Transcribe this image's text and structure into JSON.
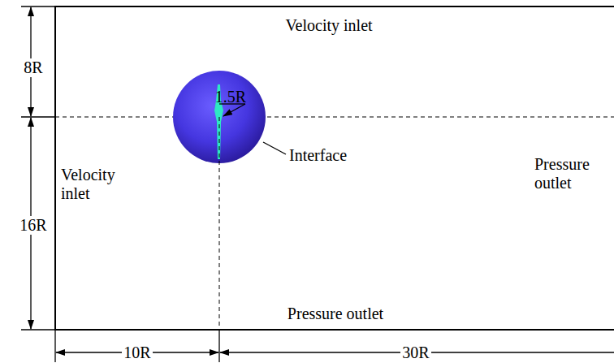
{
  "diagram": {
    "labels": [
      "Velocity inlet",
      "8R",
      "1.5R",
      "Interface",
      "Velocity inlet",
      "Pressure outlet",
      "16R",
      "Pressure outlet",
      "10R",
      "30R"
    ]
  }
}
